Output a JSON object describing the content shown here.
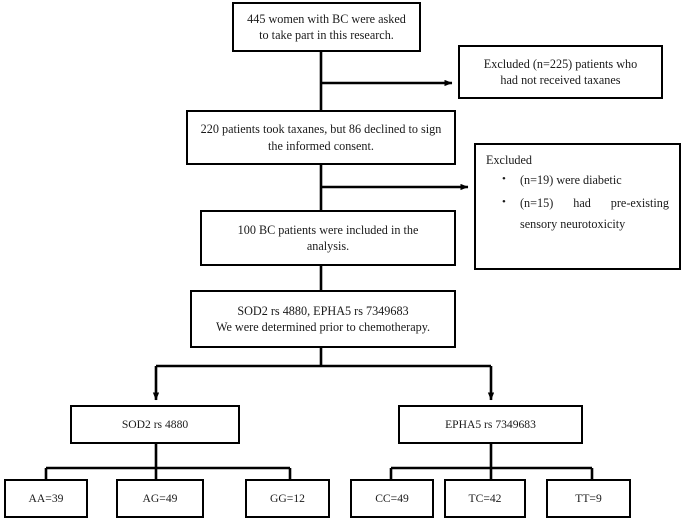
{
  "figure": {
    "type": "flowchart",
    "title": "Patient enrollment and genotyping flow diagram",
    "line_color": "#000000",
    "background": "#ffffff"
  },
  "nodes": {
    "enrolled": {
      "line1": "445 women with BC were asked",
      "line2": "to take part in this research."
    },
    "excluded_taxanes": {
      "line1": "Excluded (n=225) patients who",
      "line2": "had not received taxanes"
    },
    "took_taxanes": {
      "line1": "220 patients took taxanes, but 86 declined to sign",
      "line2": "the informed consent."
    },
    "excluded_other": {
      "heading": "Excluded",
      "bullets": [
        {
          "line1": "(n=19) were diabetic",
          "line2": ""
        },
        {
          "line1": "(n=15)  had  pre-existing",
          "line2": "sensory neurotoxicity"
        }
      ]
    },
    "included": {
      "line1": "100 BC patients were included in the",
      "line2": "analysis."
    },
    "genes_determined": {
      "line1": "SOD2 rs 4880, EPHA5 rs 7349683",
      "line2": "We were determined prior to chemotherapy."
    },
    "sod2": {
      "label": "SOD2 rs 4880"
    },
    "epha5": {
      "label": "EPHA5 rs 7349683"
    },
    "genotypes_sod2": [
      {
        "label": "AA=39"
      },
      {
        "label": "AG=49"
      },
      {
        "label": "GG=12"
      }
    ],
    "genotypes_epha5": [
      {
        "label": "CC=49"
      },
      {
        "label": "TC=42"
      },
      {
        "label": "TT=9"
      }
    ]
  }
}
